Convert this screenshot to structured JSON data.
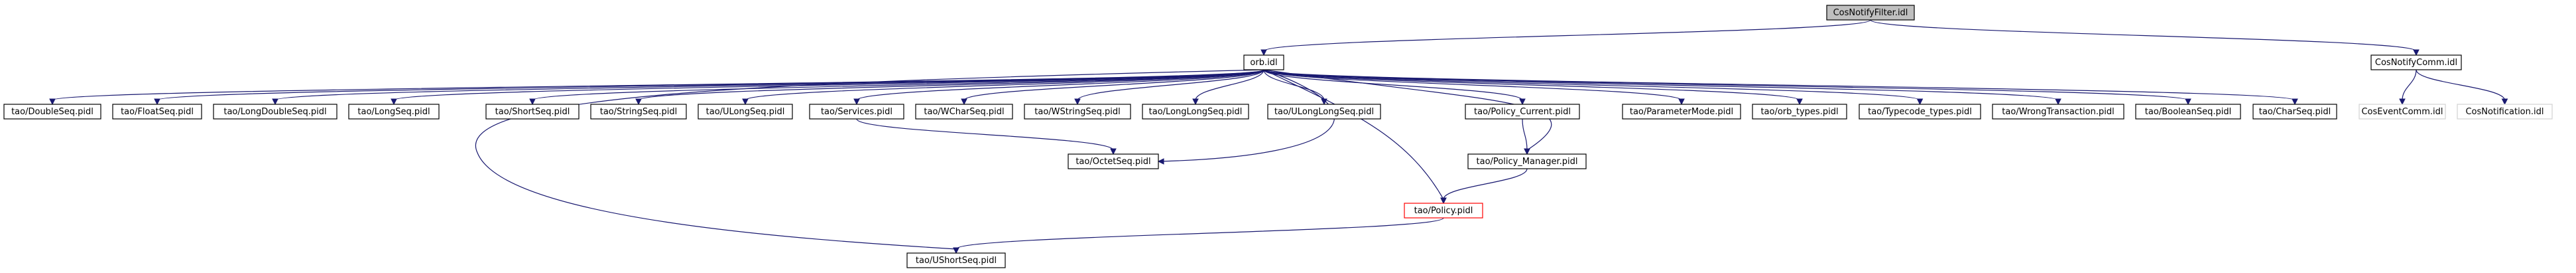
{
  "diagram": {
    "type": "include-dependency-graph",
    "nodes": {
      "cosnotifyfilter": "CosNotifyFilter.idl",
      "orb": "orb.idl",
      "cosnotifycomm": "CosNotifyComm.idl",
      "doubleseq": "tao/DoubleSeq.pidl",
      "floatseq": "tao/FloatSeq.pidl",
      "longdoubleseq": "tao/LongDoubleSeq.pidl",
      "longseq": "tao/LongSeq.pidl",
      "shortseq": "tao/ShortSeq.pidl",
      "stringseq": "tao/StringSeq.pidl",
      "ulongseq": "tao/ULongSeq.pidl",
      "services": "tao/Services.pidl",
      "wcharseq": "tao/WCharSeq.pidl",
      "wstringseq": "tao/WStringSeq.pidl",
      "longlongseq": "tao/LongLongSeq.pidl",
      "ulonglongseq": "tao/ULongLongSeq.pidl",
      "policy_current": "tao/Policy_Current.pidl",
      "parametermode": "tao/ParameterMode.pidl",
      "orb_types": "tao/orb_types.pidl",
      "typecode_types": "tao/Typecode_types.pidl",
      "wrongtransaction": "tao/WrongTransaction.pidl",
      "booleanseq": "tao/BooleanSeq.pidl",
      "charseq": "tao/CharSeq.pidl",
      "coseventcomm": "CosEventComm.idl",
      "cosnotification": "CosNotification.idl",
      "octetseq": "tao/OctetSeq.pidl",
      "policy_manager": "tao/Policy_Manager.pidl",
      "policy": "tao/Policy.pidl",
      "ushortseq": "tao/UShortSeq.pidl"
    },
    "edges": [
      [
        "cosnotifyfilter",
        "orb"
      ],
      [
        "cosnotifyfilter",
        "cosnotifycomm"
      ],
      [
        "orb",
        "doubleseq"
      ],
      [
        "orb",
        "floatseq"
      ],
      [
        "orb",
        "longdoubleseq"
      ],
      [
        "orb",
        "longseq"
      ],
      [
        "orb",
        "shortseq"
      ],
      [
        "orb",
        "stringseq"
      ],
      [
        "orb",
        "ulongseq"
      ],
      [
        "orb",
        "services"
      ],
      [
        "orb",
        "wcharseq"
      ],
      [
        "orb",
        "wstringseq"
      ],
      [
        "orb",
        "longlongseq"
      ],
      [
        "orb",
        "ulonglongseq"
      ],
      [
        "orb",
        "policy_current"
      ],
      [
        "orb",
        "parametermode"
      ],
      [
        "orb",
        "orb_types"
      ],
      [
        "orb",
        "typecode_types"
      ],
      [
        "orb",
        "wrongtransaction"
      ],
      [
        "orb",
        "booleanseq"
      ],
      [
        "orb",
        "charseq"
      ],
      [
        "orb",
        "octetseq"
      ],
      [
        "orb",
        "policy_manager"
      ],
      [
        "orb",
        "policy"
      ],
      [
        "orb",
        "ushortseq"
      ],
      [
        "services",
        "octetseq"
      ],
      [
        "policy_current",
        "policy_manager"
      ],
      [
        "policy_manager",
        "policy"
      ],
      [
        "policy",
        "ushortseq"
      ],
      [
        "cosnotifycomm",
        "coseventcomm"
      ],
      [
        "cosnotifycomm",
        "cosnotification"
      ]
    ]
  },
  "colors": {
    "edge": "#191970",
    "root_fill": "#bfbfbf",
    "ghost_border": "#d3d3d3",
    "warning_border": "#ff0000"
  }
}
